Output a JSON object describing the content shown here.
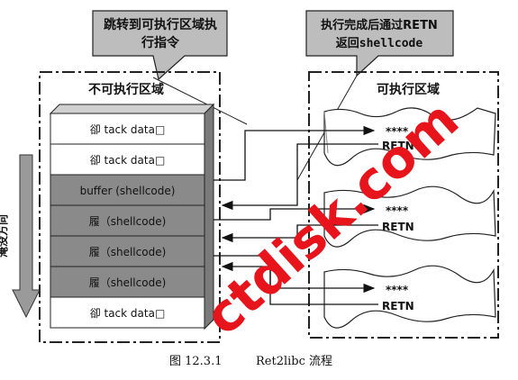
{
  "callouts": {
    "left": "跳转到可执行区域执行指令",
    "left_line1": "跳转到可执行区域执",
    "left_line2": "行指令",
    "right_line1": "执行完成后通过RETN",
    "right_line2": "返回shellcode"
  },
  "regions": {
    "non_exec_title": "不可执行区域",
    "exec_title": "可执行区域"
  },
  "stack": {
    "rows": [
      {
        "label": "卻 tack data□",
        "shaded": false
      },
      {
        "label": "卻 tack data□",
        "shaded": false
      },
      {
        "label": "buffer (shellcode)",
        "shaded": true
      },
      {
        "label": "履（shellcode)",
        "shaded": true
      },
      {
        "label": "履（shellcode)",
        "shaded": true
      },
      {
        "label": "履（shellcode)",
        "shaded": true
      },
      {
        "label": "卻 tack data□",
        "shaded": false
      }
    ],
    "side_arrow_label": "淹没方向"
  },
  "exec_blocks": [
    {
      "stars": "****",
      "retn": "RETN"
    },
    {
      "stars": "****",
      "retn": "RETN"
    },
    {
      "stars": "****",
      "retn": "RETN"
    }
  ],
  "caption": {
    "figure_no": "图 12.3.1",
    "title": "Ret2libc 流程"
  },
  "watermark": "ctdisk.com",
  "colors": {
    "shaded_row": "#8a8a8a",
    "light_row": "#ffffff",
    "callout_fill": "#bdbdbd",
    "watermark": "#e8141c"
  }
}
